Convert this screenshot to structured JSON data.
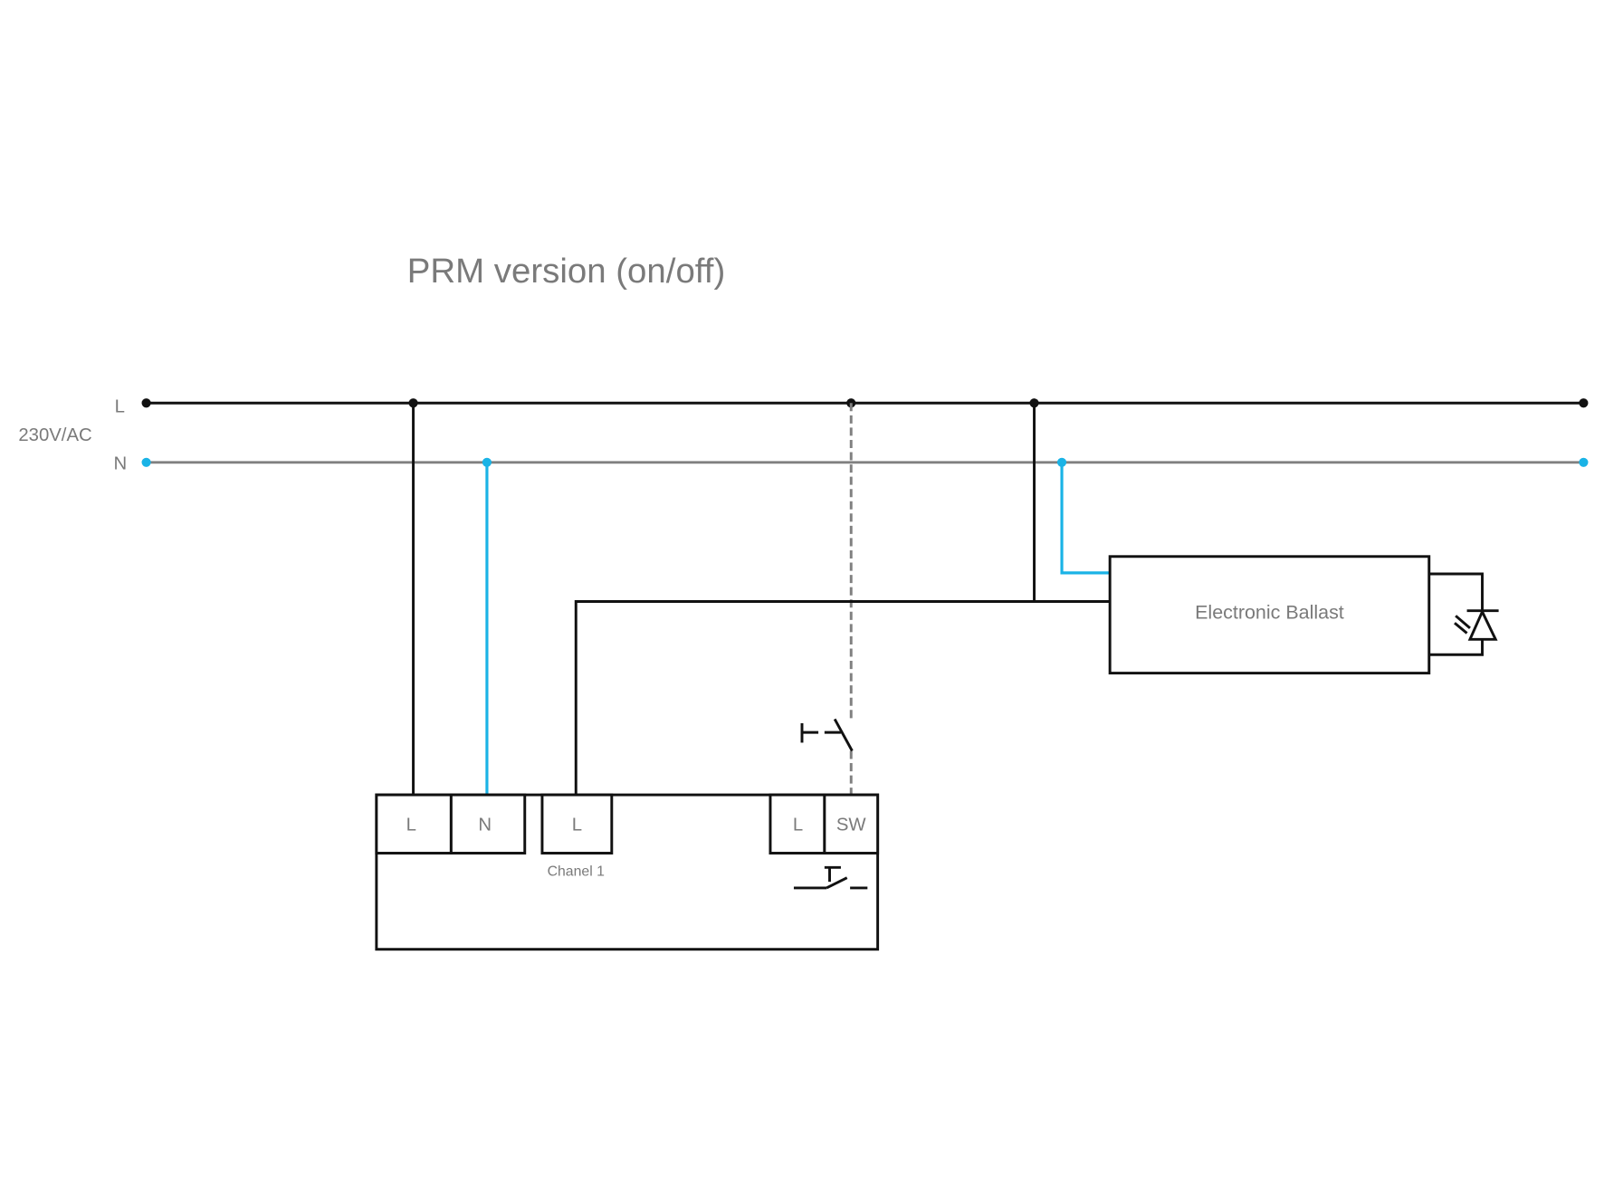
{
  "title": "PRM version (on/off)",
  "supply": {
    "label": "230V/AC",
    "line_label": "L",
    "neutral_label": "N"
  },
  "module": {
    "terminals": [
      "L",
      "N",
      "L",
      "L",
      "SW"
    ],
    "channel_label": "Chanel 1"
  },
  "ballast": {
    "label": "Electronic Ballast"
  },
  "colors": {
    "line": "#111111",
    "neutral": "#808080",
    "neutral_branch": "#1ab3e6",
    "text": "#7a7a7a",
    "switch_wire": "#808080"
  }
}
